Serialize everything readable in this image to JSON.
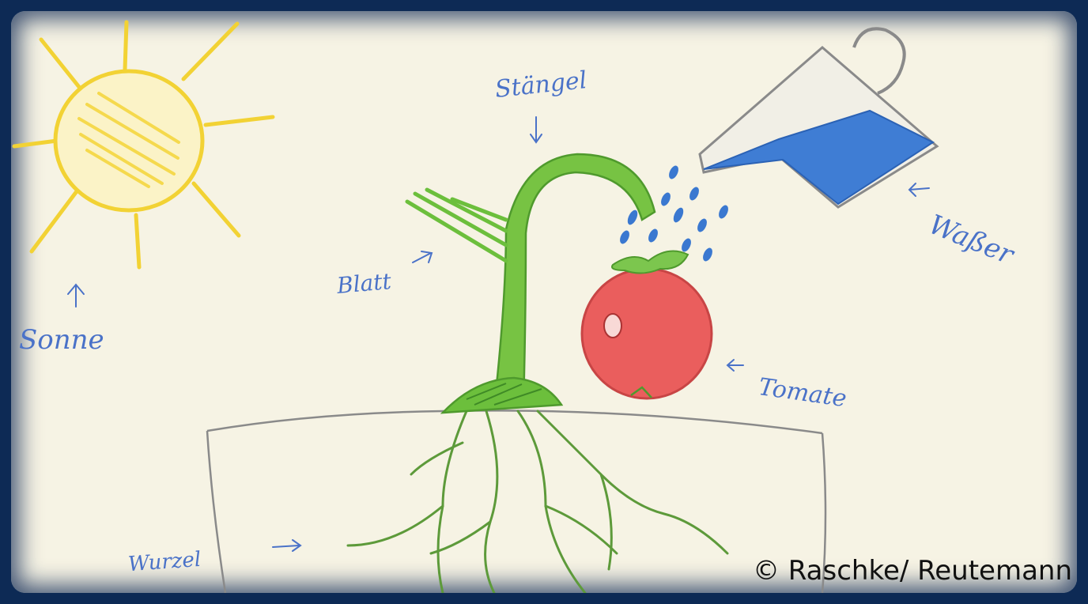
{
  "labels": {
    "sun": "Sonne",
    "stem": "Stängel",
    "leaf": "Blatt",
    "water": "Waßer",
    "tomato": "Tomate",
    "root": "Wurzel"
  },
  "copyright": "© Raschke/ Reutemann",
  "colors": {
    "frame": "#0d2a55",
    "paper": "#f6f3e4",
    "label_blue": "#4a72c8",
    "sun_yellow": "#f2d234",
    "plant_green": "#6cbf3c",
    "tomato_red": "#e9595a",
    "water_blue": "#3a78d0",
    "pencil_grey": "#8a8a8a"
  },
  "icons": [
    "sun-icon",
    "watering-can-icon",
    "tomato-icon",
    "water-drops-icon",
    "plant-stem-icon",
    "roots-icon"
  ]
}
